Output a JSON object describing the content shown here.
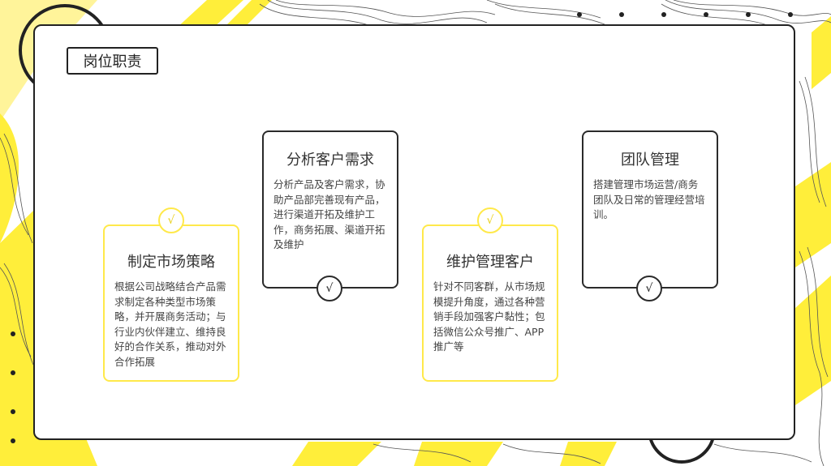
{
  "header": {
    "title": "岗位职责"
  },
  "cards": [
    {
      "title": "制定市场策略",
      "body": "根据公司战略结合产品需求制定各种类型市场策略，并开展商务活动；与行业内伙伴建立、维持良好的合作关系，推动对外合作拓展",
      "check": "√"
    },
    {
      "title": "分析客户需求",
      "body": "分析产品及客户需求，协助产品部完善现有产品，进行渠道开拓及维护工作，商务拓展、渠道开拓及维护",
      "check": "√"
    },
    {
      "title": "维护管理客户",
      "body": "针对不同客群，从市场规模提升角度，通过各种营销手段加强客户黏性；包括微信公众号推广、APP推广等",
      "check": "√"
    },
    {
      "title": "团队管理",
      "body": "搭建管理市场运营/商务团队及日常的管理经营培训。",
      "check": "√"
    }
  ],
  "colors": {
    "accent": "#ffee3a",
    "outline": "#222222",
    "card_border_yellow": "#ffe94a"
  },
  "icons": [
    "check-icon"
  ]
}
